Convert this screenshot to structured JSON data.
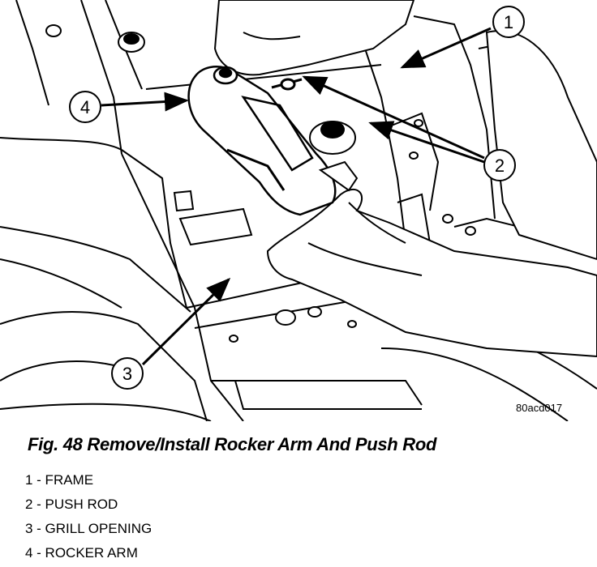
{
  "figure": {
    "image_code": "80acd017",
    "caption": "Fig. 48 Remove/Install Rocker Arm And Push Rod"
  },
  "callouts": [
    {
      "number": "1"
    },
    {
      "number": "2"
    },
    {
      "number": "3"
    },
    {
      "number": "4"
    }
  ],
  "legend": [
    {
      "text": "1 - FRAME"
    },
    {
      "text": "2 - PUSH ROD"
    },
    {
      "text": "3 - GRILL OPENING"
    },
    {
      "text": "4 - ROCKER ARM"
    }
  ]
}
